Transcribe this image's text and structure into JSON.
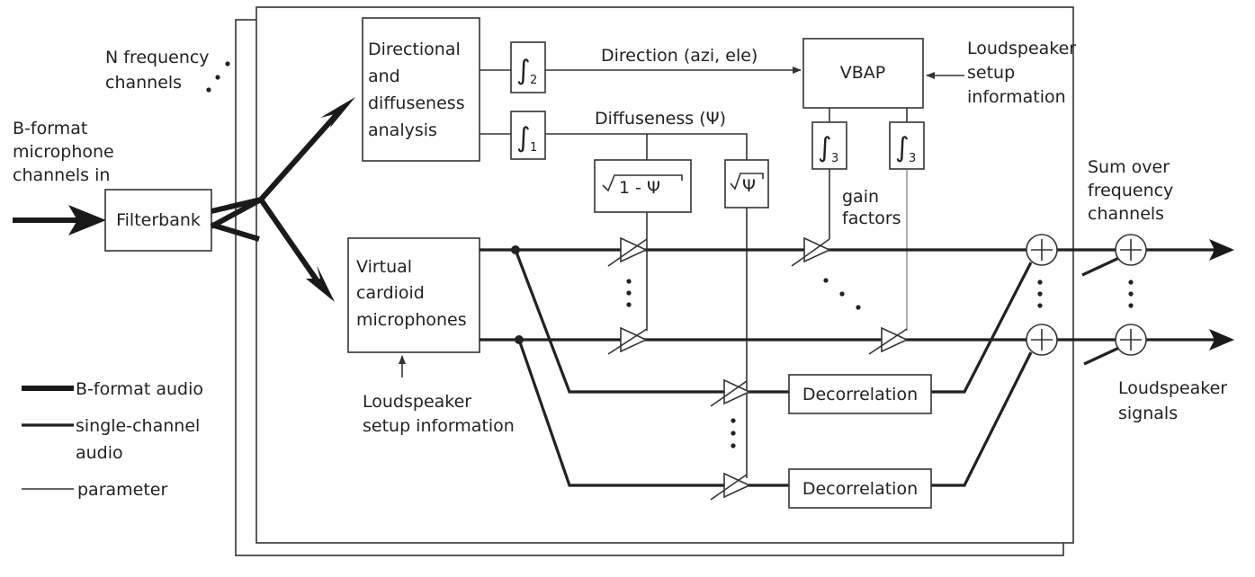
{
  "input": {
    "n_channels_line1": "N frequency",
    "n_channels_line2": "channels",
    "bformat_line1": "B-format",
    "bformat_line2": "microphone",
    "bformat_line3": "channels in"
  },
  "blocks": {
    "filterbank": "Filterbank",
    "analysis_line1": "Directional",
    "analysis_line2": "and",
    "analysis_line3": "diffuseness",
    "analysis_line4": "analysis",
    "virtual_line1": "Virtual",
    "virtual_line2": "cardioid",
    "virtual_line3": "microphones",
    "vbap": "VBAP",
    "decorrelation_1": "Decorrelation",
    "decorrelation_2": "Decorrelation",
    "integrator_2_sub": "2",
    "integrator_1_sub": "1",
    "integrator_3a_sub": "3",
    "integrator_3b_sub": "3",
    "sqrt_one_minus_psi": "1 - Ψ",
    "sqrt_psi": "Ψ"
  },
  "labels": {
    "direction": "Direction (azi, ele)",
    "diffuseness": "Diffuseness (Ψ)",
    "ls_setup_top_line1": "Loudspeaker",
    "ls_setup_top_line2": "setup",
    "ls_setup_top_line3": "information",
    "ls_setup_bottom_line1": "Loudspeaker",
    "ls_setup_bottom_line2": "setup information",
    "gain_line1": "gain",
    "gain_line2": "factors",
    "sum_line1": "Sum over",
    "sum_line2": "frequency",
    "sum_line3": "channels",
    "output_line1": "Loudspeaker",
    "output_line2": "signals"
  },
  "legend": {
    "bformat_audio": "B-format audio",
    "single_line1": "single-channel",
    "single_line2": "audio",
    "parameter": "parameter"
  }
}
